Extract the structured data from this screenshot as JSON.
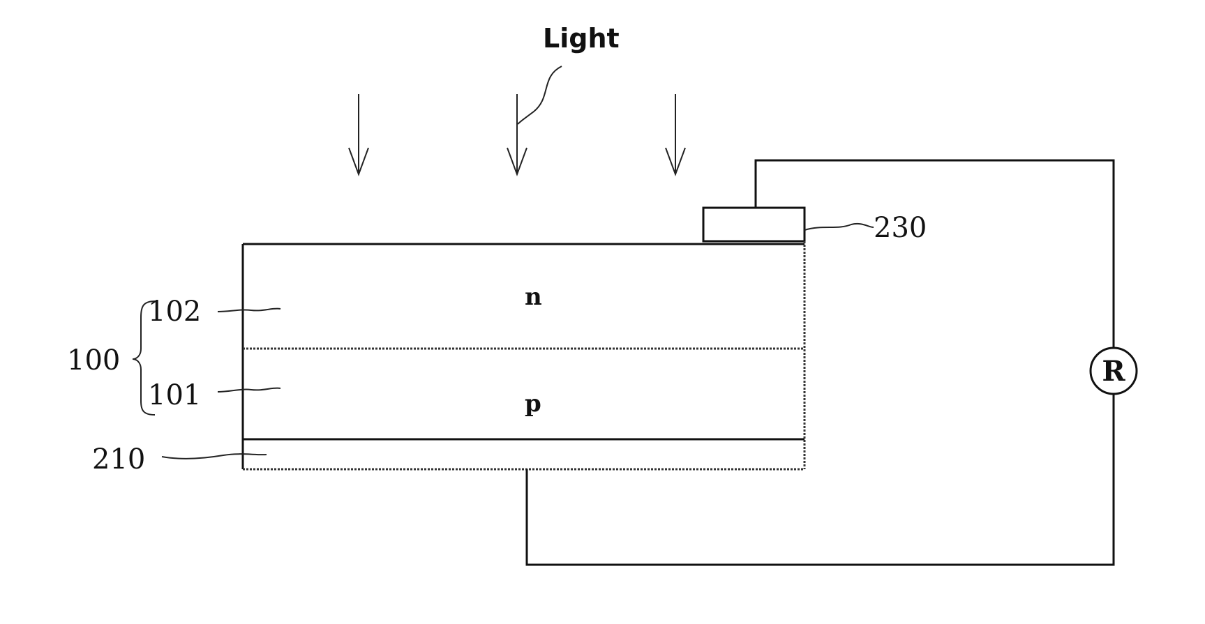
{
  "light_label": "Light",
  "layers": {
    "n_label": "n",
    "p_label": "p"
  },
  "references": {
    "device": "100",
    "n_layer": "102",
    "p_layer": "101",
    "bottom_electrode": "210",
    "top_electrode": "230"
  },
  "load_symbol": "R"
}
